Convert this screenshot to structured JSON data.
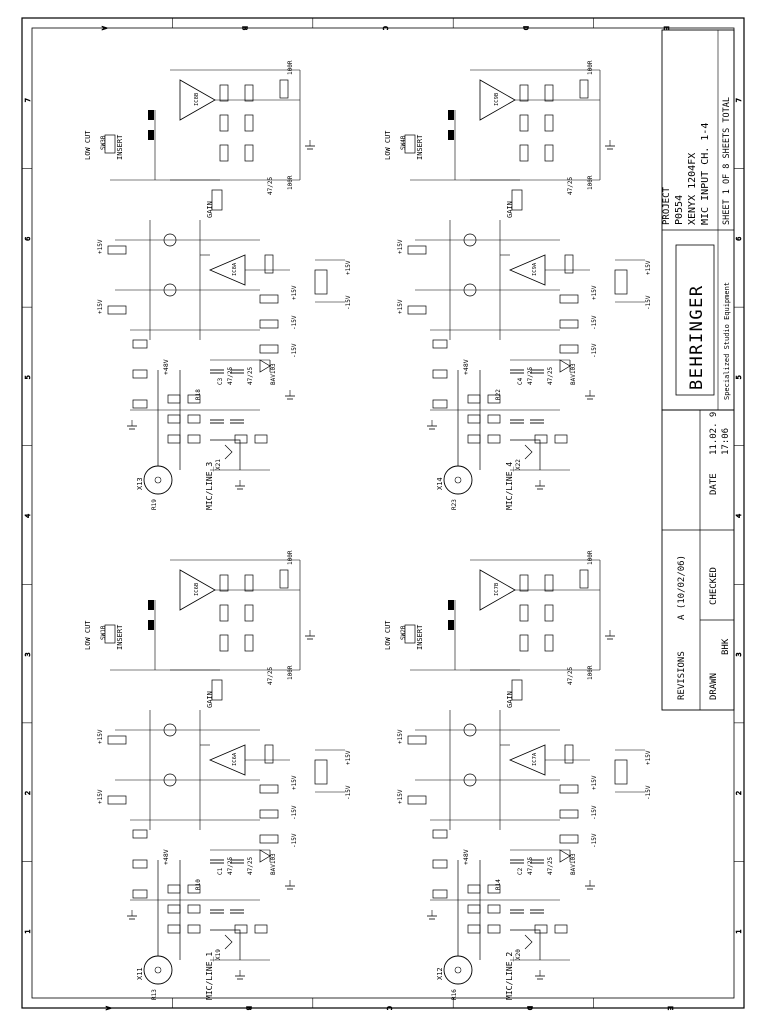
{
  "frame": {
    "columns_top": [
      "7",
      "6",
      "5",
      "4",
      "3",
      "2",
      "1"
    ],
    "columns_bottom": [
      "7",
      "6",
      "5",
      "4",
      "3",
      "2",
      "1"
    ],
    "rows_left": [
      "A",
      "B",
      "C",
      "D",
      "E"
    ],
    "rows_right": [
      "A",
      "B",
      "C",
      "D",
      "E"
    ]
  },
  "title_block": {
    "project_label": "PROJECT",
    "project_number": "P0554",
    "product": "XENYX 1204FX",
    "description": "MIC INPUT CH. 1-4",
    "sheet": "SHEET 1  OF 8  SHEETS TOTAL",
    "brand": "BEHRINGER",
    "tagline": "Specialized Studio Equipment",
    "revisions_label": "REVISIONS",
    "revision": "A (10/02/06)",
    "drawn_label": "DRAWN",
    "drawn_by": "BHK",
    "checked_label": "CHECKED",
    "date_label": "DATE",
    "date": "11.02. 9",
    "time": "17:06"
  },
  "channels": [
    {
      "label": "MIC/LINE_1",
      "xlr": "X11",
      "jack": "X19",
      "low_cut": "LOW CUT",
      "insert": "INSERT",
      "gain": "GAIN",
      "ic_a": "IC6A",
      "ic_b": "IC6B",
      "diode": "BAV103",
      "switch": "SW1B",
      "r_input": "R10",
      "r_ref": "R13",
      "c_input": "C1",
      "cap_value": "47/25",
      "res_value": "100R",
      "phantom": "+48V"
    },
    {
      "label": "MIC/LINE_2",
      "xlr": "X12",
      "jack": "X20",
      "low_cut": "LOW CUT",
      "insert": "INSERT",
      "gain": "GAIN",
      "ic_a": "IC7A",
      "ic_b": "IC7B",
      "diode": "BAV103",
      "switch": "SW2B",
      "r_input": "R14",
      "r_ref": "R16",
      "c_input": "C2",
      "cap_value": "47/25",
      "res_value": "100R",
      "phantom": "+48V"
    },
    {
      "label": "MIC/LINE_3",
      "xlr": "X13",
      "jack": "X21",
      "low_cut": "LOW CUT",
      "insert": "INSERT",
      "gain": "GAIN",
      "ic_a": "IC8A",
      "ic_b": "IC8B",
      "diode": "BAV103",
      "switch": "SW3B",
      "r_input": "R18",
      "r_ref": "R19",
      "c_input": "C3",
      "cap_value": "47/25",
      "res_value": "100R",
      "phantom": "+48V"
    },
    {
      "label": "MIC/LINE_4",
      "xlr": "X14",
      "jack": "X22",
      "low_cut": "LOW CUT",
      "insert": "INSERT",
      "gain": "GAIN",
      "ic_a": "IC9A",
      "ic_b": "IC9B",
      "diode": "BAV103",
      "switch": "SW4B",
      "r_input": "R22",
      "r_ref": "R23",
      "c_input": "C4",
      "cap_value": "47/25",
      "res_value": "100R",
      "phantom": "+48V"
    }
  ],
  "rails": {
    "pos": "+15V",
    "neg": "-15V"
  }
}
